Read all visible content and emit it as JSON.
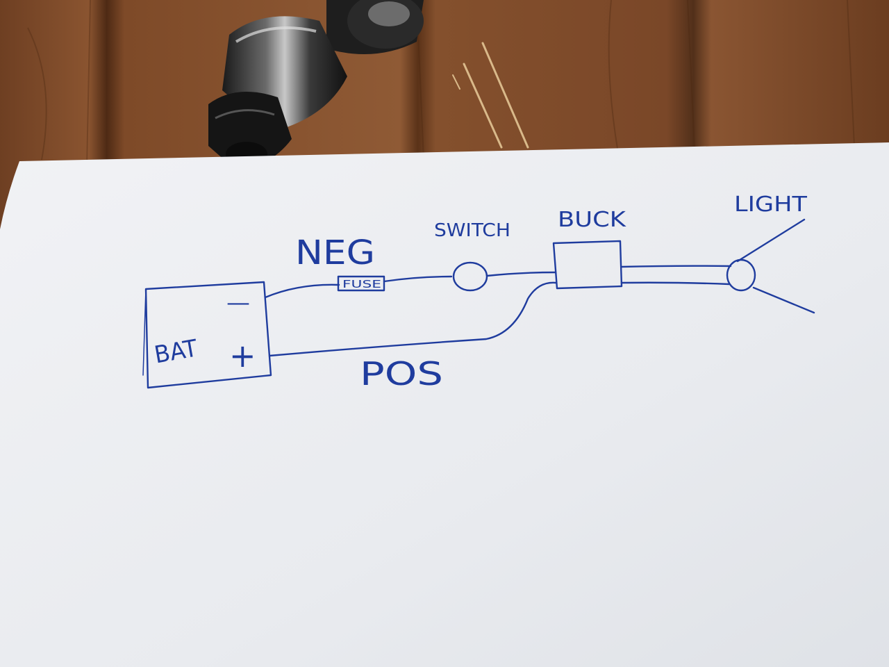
{
  "diagram": {
    "labels": {
      "neg": "NEG",
      "switch": "SWITCH",
      "buck": "BUCK",
      "light": "LIGHT",
      "fuse": "FUSE",
      "bat": "BAT",
      "minus": "—",
      "plus": "+",
      "pos": "POS"
    }
  },
  "colors": {
    "ink": "#1f3c9e",
    "paper": "#eef0f3",
    "wood": "#7a4a2a",
    "wood_dark": "#5a3218"
  }
}
